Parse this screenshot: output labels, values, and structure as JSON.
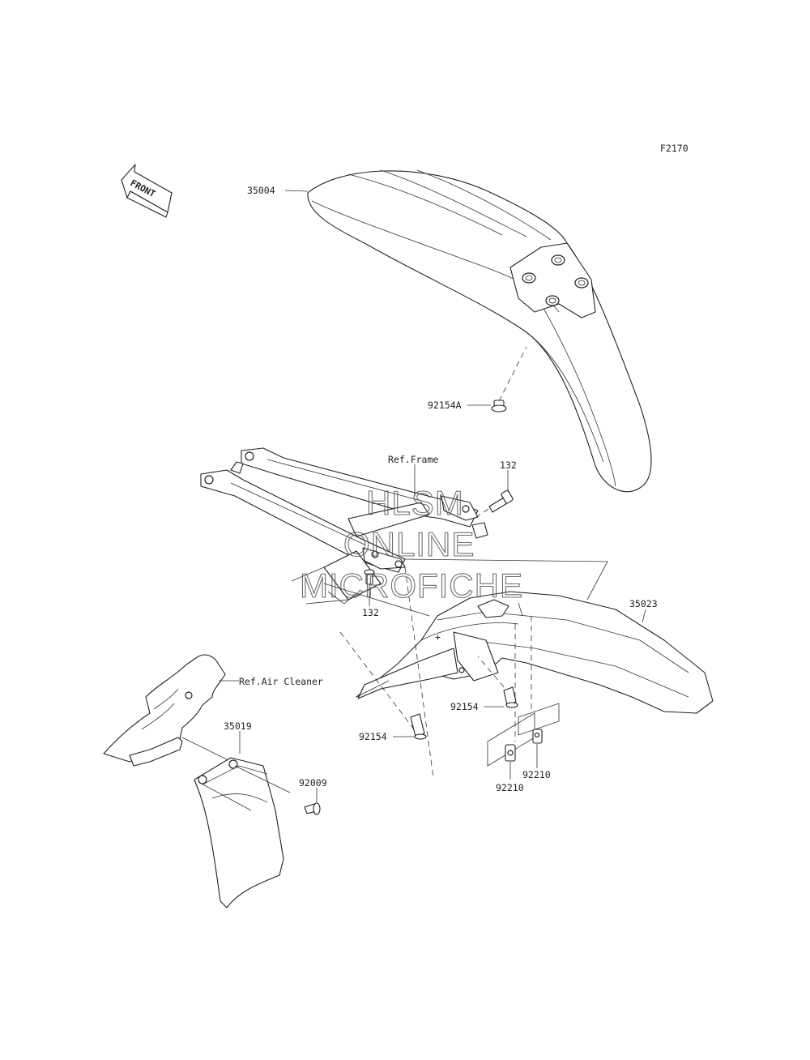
{
  "figure_code": "F2170",
  "front_label": "FRONT",
  "watermark": [
    "HLSM",
    "ONLINE",
    "MICROFICHE"
  ],
  "references": {
    "frame": "Ref.Frame",
    "air_cleaner": "Ref.Air Cleaner"
  },
  "parts": [
    {
      "id": "front-fender",
      "number": "35004"
    },
    {
      "id": "front-fender-bolt",
      "number": "92154A"
    },
    {
      "id": "bolt-upper",
      "number": "132"
    },
    {
      "id": "bolt-lower",
      "number": "132"
    },
    {
      "id": "rear-fender",
      "number": "35023"
    },
    {
      "id": "rear-fender-bolt-right",
      "number": "92154"
    },
    {
      "id": "rear-fender-bolt-left",
      "number": "92154"
    },
    {
      "id": "nut-right",
      "number": "92210"
    },
    {
      "id": "nut-left",
      "number": "92210"
    },
    {
      "id": "flap",
      "number": "35019"
    },
    {
      "id": "flap-screw",
      "number": "92009"
    }
  ]
}
